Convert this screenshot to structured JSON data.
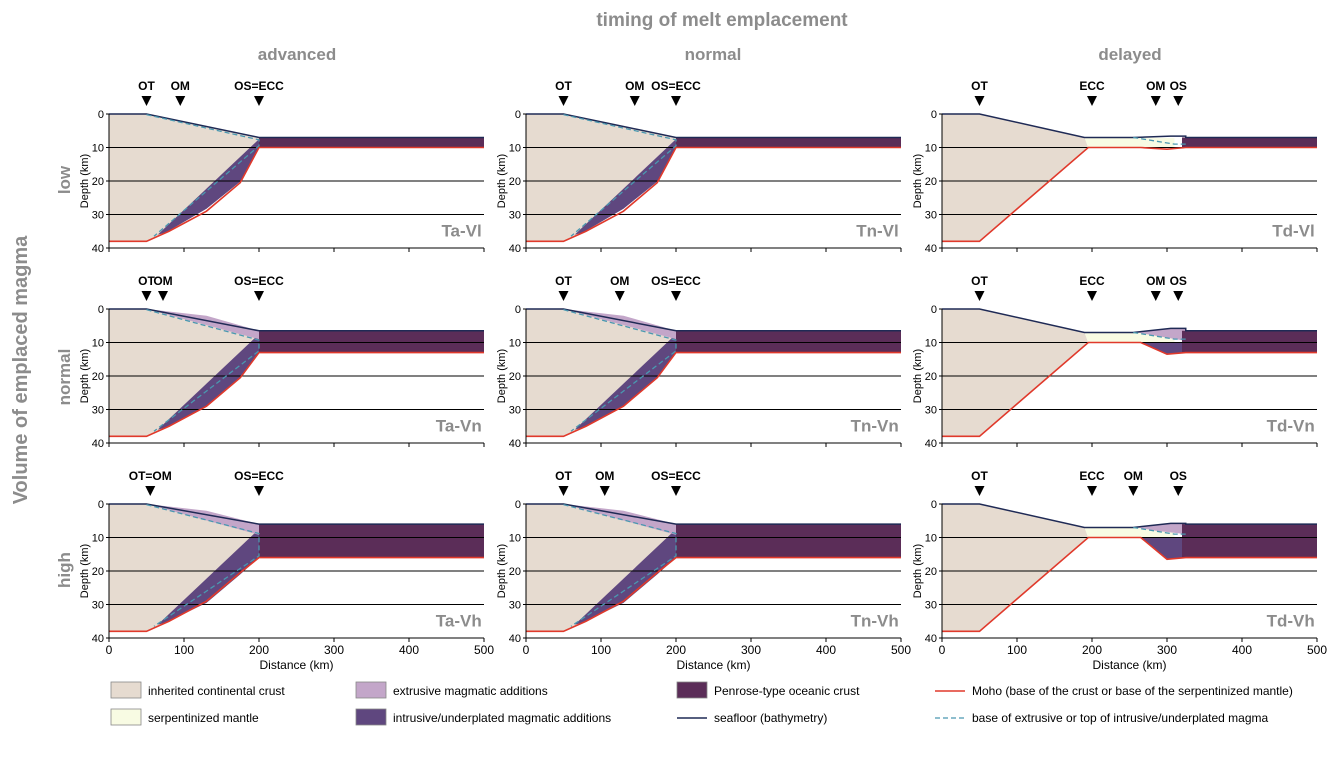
{
  "title": "timing of melt emplacement",
  "y_title": "Volume of emplaced magma",
  "columns": [
    "advanced",
    "normal",
    "delayed"
  ],
  "rows": [
    "low",
    "normal",
    "high"
  ],
  "axis": {
    "ylabel": "Depth (km)",
    "xlabel": "Distance (km)",
    "xticks": [
      "0",
      "100",
      "200",
      "300",
      "400",
      "500"
    ],
    "yticks": [
      "0",
      "10",
      "20",
      "30",
      "40"
    ],
    "xlim": [
      0,
      500
    ],
    "ylim": [
      0,
      40
    ]
  },
  "colors": {
    "continental": "#e6dbd0",
    "serpentinized": "#f8fbe3",
    "extrusive": "#c3a6c9",
    "intrusive": "#5f477f",
    "oceanic": "#5b2d58",
    "moho": "#e0392b",
    "seafloor": "#1f2a55",
    "dashed": "#4a98b0",
    "heading": "#8c8c8c"
  },
  "legend": [
    {
      "key": "continental",
      "label": "inherited continental crust",
      "type": "box"
    },
    {
      "key": "extrusive",
      "label": "extrusive magmatic additions",
      "type": "box"
    },
    {
      "key": "oceanic",
      "label": "Penrose-type oceanic crust",
      "type": "box"
    },
    {
      "key": "moho",
      "label": "Moho (base of the crust or base of the serpentinized mantle)",
      "type": "line"
    },
    {
      "key": "serpentinized",
      "label": "serpentinized mantle",
      "type": "box"
    },
    {
      "key": "intrusive",
      "label": "intrusive/underplated magmatic additions",
      "type": "box"
    },
    {
      "key": "seafloor",
      "label": "seafloor (bathymetry)",
      "type": "line"
    },
    {
      "key": "dashed",
      "label": "base of extrusive or top of intrusive/underplated magma",
      "type": "dash"
    }
  ],
  "panels": [
    {
      "id": "Ta-Vl",
      "timing": "advanced",
      "volume": "low",
      "label": "Ta-Vl",
      "markers": [
        {
          "x": 50,
          "label": "OT"
        },
        {
          "x": 95,
          "label": "OM"
        },
        {
          "x": 200,
          "label": "OS=ECC"
        }
      ],
      "oc_top": 7,
      "oc_base": 10,
      "extrusive": false,
      "intrusive_width": 0.9,
      "serp": false
    },
    {
      "id": "Tn-Vl",
      "timing": "normal",
      "volume": "low",
      "label": "Tn-Vl",
      "markers": [
        {
          "x": 50,
          "label": "OT"
        },
        {
          "x": 145,
          "label": "OM"
        },
        {
          "x": 200,
          "label": "OS=ECC"
        }
      ],
      "oc_top": 7,
      "oc_base": 10,
      "extrusive": false,
      "intrusive_width": 0.9,
      "serp": false
    },
    {
      "id": "Td-Vl",
      "timing": "delayed",
      "volume": "low",
      "label": "Td-Vl",
      "markers": [
        {
          "x": 50,
          "label": "OT"
        },
        {
          "x": 200,
          "label": "ECC"
        },
        {
          "x": 285,
          "label": "OM"
        },
        {
          "x": 315,
          "label": "OS"
        }
      ],
      "oc_top": 7,
      "oc_base": 10,
      "extrusive": false,
      "intrusive_width": 0,
      "serp": true
    },
    {
      "id": "Ta-Vn",
      "timing": "advanced",
      "volume": "normal",
      "label": "Ta-Vn",
      "markers": [
        {
          "x": 50,
          "label": "OT"
        },
        {
          "x": 72,
          "label": "OM"
        },
        {
          "x": 200,
          "label": "OS=ECC"
        }
      ],
      "oc_top": 6.5,
      "oc_base": 13,
      "extrusive": true,
      "intrusive_width": 3,
      "serp": false
    },
    {
      "id": "Tn-Vn",
      "timing": "normal",
      "volume": "normal",
      "label": "Tn-Vn",
      "markers": [
        {
          "x": 50,
          "label": "OT"
        },
        {
          "x": 125,
          "label": "OM"
        },
        {
          "x": 200,
          "label": "OS=ECC"
        }
      ],
      "oc_top": 6.5,
      "oc_base": 13,
      "extrusive": true,
      "intrusive_width": 3,
      "serp": false
    },
    {
      "id": "Td-Vn",
      "timing": "delayed",
      "volume": "normal",
      "label": "Td-Vn",
      "markers": [
        {
          "x": 50,
          "label": "OT"
        },
        {
          "x": 200,
          "label": "ECC"
        },
        {
          "x": 285,
          "label": "OM"
        },
        {
          "x": 315,
          "label": "OS"
        }
      ],
      "oc_top": 6.5,
      "oc_base": 13,
      "extrusive": true,
      "intrusive_width": 0,
      "serp": true
    },
    {
      "id": "Ta-Vh",
      "timing": "advanced",
      "volume": "high",
      "label": "Ta-Vh",
      "markers": [
        {
          "x": 55,
          "label": "OT=OM"
        },
        {
          "x": 200,
          "label": "OS=ECC"
        }
      ],
      "oc_top": 6,
      "oc_base": 16,
      "extrusive": true,
      "intrusive_width": 5,
      "serp": false
    },
    {
      "id": "Tn-Vh",
      "timing": "normal",
      "volume": "high",
      "label": "Tn-Vh",
      "markers": [
        {
          "x": 50,
          "label": "OT"
        },
        {
          "x": 105,
          "label": "OM"
        },
        {
          "x": 200,
          "label": "OS=ECC"
        }
      ],
      "oc_top": 6,
      "oc_base": 16,
      "extrusive": true,
      "intrusive_width": 5,
      "serp": false
    },
    {
      "id": "Td-Vh",
      "timing": "delayed",
      "volume": "high",
      "label": "Td-Vh",
      "markers": [
        {
          "x": 50,
          "label": "OT"
        },
        {
          "x": 200,
          "label": "ECC"
        },
        {
          "x": 255,
          "label": "OM"
        },
        {
          "x": 315,
          "label": "OS"
        }
      ],
      "oc_top": 6,
      "oc_base": 16,
      "extrusive": true,
      "intrusive_width": 0,
      "serp": true
    }
  ]
}
